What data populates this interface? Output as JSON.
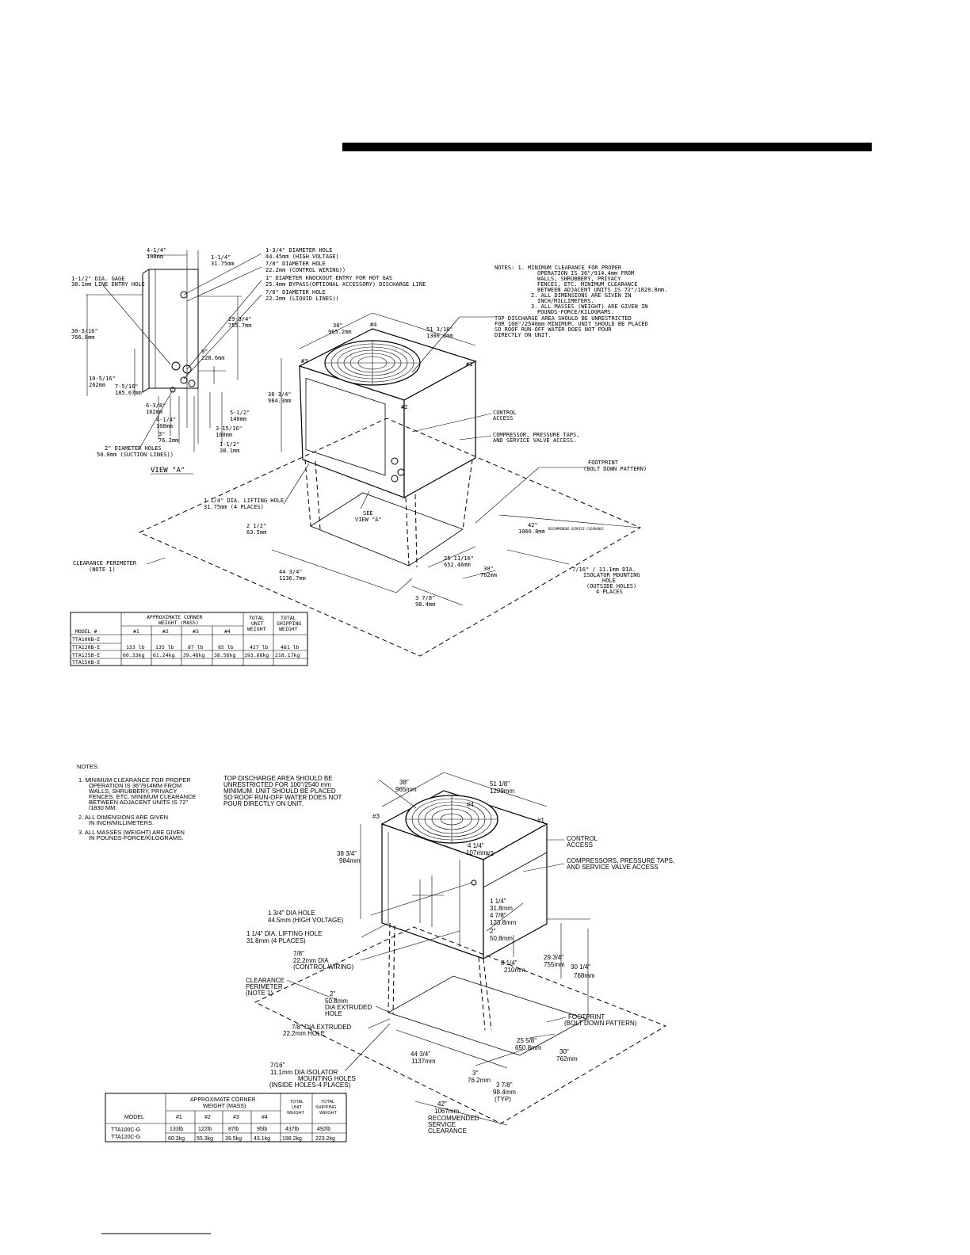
{
  "top": {
    "viewA": {
      "title": "VIEW \"A\"",
      "dims": [
        {
          "i": "4-1/4\"",
          "m": "108mm"
        },
        {
          "i": "1-1/4\"",
          "m": "31.75mm"
        },
        {
          "i": "1-1/2\" DIA. GAGE",
          "m": "38.1mm LINE ENTRY HOLE"
        },
        {
          "i": "30-3/16\"",
          "m": "766.8mm"
        },
        {
          "i": "29-3/4\"",
          "m": "755.7mm"
        },
        {
          "i": "9\"",
          "m": "228.6mm"
        },
        {
          "i": "10-5/16\"",
          "m": "262mm"
        },
        {
          "i": "7-5/16\"",
          "m": "185.67mm"
        },
        {
          "i": "6-3/8\"",
          "m": "162mm"
        },
        {
          "i": "4-1/4\"",
          "m": "108mm"
        },
        {
          "i": "3\"",
          "m": "76.2mm"
        },
        {
          "i": "5-1/2\"",
          "m": "140mm"
        },
        {
          "i": "3-15/16\"",
          "m": "100mm"
        },
        {
          "i": "1-1/2\"",
          "m": "38.1mm"
        }
      ],
      "holes": [
        {
          "a": "1-3/4\" DIAMETER HOLE",
          "b": "44.45mm (HIGH VOLTAGE)"
        },
        {
          "a": "7/8\" DIAMETER HOLE",
          "b": "22.2mm (CONTROL WIRING))"
        },
        {
          "a": "1\" DIAMETER KNOCKOUT ENTRY FOR HOT GAS",
          "b": "25.4mm BYPASS(OPTIONAL ACCESSORY) DISCHARGE LINE"
        },
        {
          "a": "7/8\" DIAMETER HOLE",
          "b": "22.2mm (LIQUID LINES))"
        },
        {
          "a": "2\" DIAMETER HOLES",
          "b": "50.8mm (SUCTION LINES))"
        }
      ]
    },
    "notes": [
      "NOTES: 1. MINIMUM CLEARANCE FOR PROPER",
      "OPERATION IS 36\"/914.4mm FROM",
      "WALLS, SHRUBBERY, PRIVACY",
      "FENCES, ETC. MINIMUM CLEARANCE",
      "BETWEEN ADJACENT UNITS IS 72\"/1828.8mm.",
      "2. ALL DIMENSIONS ARE GIVEN IN",
      "INCH/MILLIMETERS.",
      "3. ALL MASSES (WEIGHT) ARE GIVEN IN",
      "POUNDS-FORCE/KILOGRAMS."
    ],
    "unit": {
      "dims": [
        {
          "i": "38\"",
          "m": "965.2mm"
        },
        {
          "i": "51 3/16\"",
          "m": "1300.2mm"
        },
        {
          "i": "38 3/4\"",
          "m": "984.3mm"
        },
        {
          "i": "2 1/2\"",
          "m": "63.5mm"
        },
        {
          "i": "44 3/4\"",
          "m": "1136.7mm"
        },
        {
          "i": "25 11/16\"",
          "m": "652.46mm"
        },
        {
          "i": "30\"",
          "m": "762mm"
        },
        {
          "i": "3 7/8\"",
          "m": "98.4mm"
        },
        {
          "i": "42\"",
          "m": "1066.8mm"
        }
      ],
      "corners": [
        "#1",
        "#2",
        "#3",
        "#4"
      ],
      "topDischarge": [
        "TOP DISCHARGE AREA SHOULD BE UNRESTRICTED",
        "FOR 100\"/2540mm MINIMUM. UNIT SHOULD BE PLACED",
        "SO ROOF RUN-OFF WATER DOES NOT POUR",
        "DIRECTLY ON UNIT."
      ],
      "controlAccess": [
        "CONTROL",
        "ACCESS"
      ],
      "compressor": [
        "COMPRESSOR, PRESSURE TAPS,",
        "AND SERVICE VALVE ACCESS."
      ],
      "footprint": [
        "FOOTPRINT",
        "(BOLT DOWN PATTERN)"
      ],
      "lifting": [
        "1 1/4\" DIA. LIFTING HOLE",
        "31.75mm (4 PLACES)"
      ],
      "see": [
        "SEE",
        "VIEW \"A\""
      ],
      "clearance": [
        "CLEARANCE PERIMETER",
        "(NOTE 1)"
      ],
      "service": "RECOMMENDED SERVICE CLEARANCE",
      "isolator": [
        "7/16\" / 11.1mm DIA.",
        "ISOLATOR MOUNTING",
        "HOLE",
        "(OUTSIDE HOLES)",
        "4 PLACES"
      ]
    },
    "table": {
      "header_group": "APPROXIMATE CORNER WEIGHT (MASS)",
      "header_group_a": "APPROXIMATE CORNER",
      "header_group_b": "WEIGHT (MASS)",
      "cols": [
        "MODEL #",
        "#1",
        "#2",
        "#3",
        "#4"
      ],
      "total_unit": [
        "TOTAL",
        "UNIT",
        "WEIGHT"
      ],
      "total_ship": [
        "TOTAL",
        "SHIPPING",
        "WEIGHT"
      ],
      "models": [
        "TTA100B-E",
        "TTA120B-E",
        "TTA125B-E",
        "TTA150B-E"
      ],
      "lb": [
        "133 lb",
        "135 lb",
        "87 lb",
        "85 lb",
        "427 lb",
        "481 lb"
      ],
      "kg": [
        "60.33kg",
        "61.24kg",
        "39.46kg",
        "38.56kg",
        "193.68kg",
        "218.17kg"
      ]
    }
  },
  "bottom": {
    "notes_title": "NOTES:",
    "notes": [
      "1. MINIMUM CLEARANCE FOR PROPER",
      "OPERATION IS 36\"/914MM FROM",
      "WALLS, SHRUBBERY, PRIVACY",
      "FENCES, ETC. MINIMUM CLEARANCE",
      "BETWEEN ADJACENT UNITS IS 72\"",
      "/1830 MM.",
      "2. ALL DIMENSIONS ARE GIVEN",
      "IN INCH/MILLIMETERS.",
      "3. ALL MASSES (WEIGHT) ARE GIVEN",
      "IN POUNDS-FORCE/KILOGRAMS."
    ],
    "topDischarge": [
      "TOP DISCHARGE AREA SHOULD BE",
      "UNRESTRICTED FOR 100\"/2540 mm",
      "MINIMUM. UNIT SHOULD BE PLACED",
      "SO ROOF RUN-OFF WATER DOES NOT",
      "POUR DIRECTLY ON UNIT."
    ],
    "dims": [
      {
        "i": "38\"",
        "m": "965mm"
      },
      {
        "i": "51 1/8\"",
        "m": "1299mm"
      },
      {
        "i": "38 3/4\"",
        "m": "984mm"
      },
      {
        "i": "4 1/4\"",
        "m": "107mm"
      },
      {
        "i": "1 1/4\"",
        "m": "31.8mm"
      },
      {
        "i": "4 7/8\"",
        "m": "123.8mm"
      },
      {
        "i": "2\"",
        "m": "50.8mm"
      },
      {
        "i": "8 1/4\"",
        "m": "210mm"
      },
      {
        "i": "29 3/4\"",
        "m": "755mm"
      },
      {
        "i": "30 1/4\"",
        "m": "768mm"
      },
      {
        "i": "25 5/8\"",
        "m": "650.8mm"
      },
      {
        "i": "30\"",
        "m": "762mm"
      },
      {
        "i": "44 3/4\"",
        "m": "1137mm"
      },
      {
        "i": "3\"",
        "m": "76.2mm"
      },
      {
        "i": "3 7/8\"",
        "m": "98.4mm"
      },
      {
        "i": "42\"",
        "m": "1067mm"
      }
    ],
    "typ": "(TYP)",
    "corners": [
      "#1",
      "#2",
      "#3",
      "#4"
    ],
    "controlAccess": [
      "CONTROL",
      "ACCESS"
    ],
    "compressors": [
      "COMPRESSORS, PRESSURE TAPS,",
      "AND SERVICE VALVE ACCESS"
    ],
    "hole_hv": [
      "1 3/4\" DIA HOLE",
      "44.5mm (HIGH VOLTAGE)"
    ],
    "lifting": [
      "1 1/4\" DIA. LIFTING HOLE",
      "31.8mm (4 PLACES)"
    ],
    "control_wiring": [
      "7/8\"",
      "22.2mm DIA",
      "(CONTROL WIRING)"
    ],
    "clearance": [
      "CLEARANCE",
      "PERIMETER",
      "(NOTE 1)"
    ],
    "extruded2": [
      "2\"",
      "50.8mm",
      "DIA EXTRUDED",
      "HOLE"
    ],
    "extruded78": [
      "7/8\" DIA EXTRUDED",
      "22.2mm HOLE"
    ],
    "isolator": [
      "7/16\"",
      "11.1mm DIA ISOLATOR",
      "MOUNTING HOLES",
      "(INSIDE HOLES-4 PLACES)"
    ],
    "footprint": [
      "FOOTPRINT",
      "(BOLT DOWN PATTERN)"
    ],
    "service": [
      "RECOMMENDED",
      "SERVICE",
      "CLEARANCE"
    ],
    "table": {
      "header_group_a": "APPROXIMATE CORNER",
      "header_group_b": "WEIGHT (MASS)",
      "cols": [
        "MODEL",
        "#1",
        "#2",
        "#3",
        "#4"
      ],
      "total_unit": [
        "TOTAL",
        "UNIT",
        "WEIGHT"
      ],
      "total_ship": [
        "TOTAL",
        "SHIPPING",
        "WEIGHT"
      ],
      "models": [
        "TTA100C-G",
        "TTA120C-G"
      ],
      "lb": [
        "133lb",
        "122lb",
        "87lb",
        "95lb",
        "437lb",
        "492lb"
      ],
      "kg": [
        "60.3kg",
        "55.3kg",
        "39.5kg",
        "43.1kg",
        "198.2kg",
        "223.2kg"
      ]
    }
  }
}
